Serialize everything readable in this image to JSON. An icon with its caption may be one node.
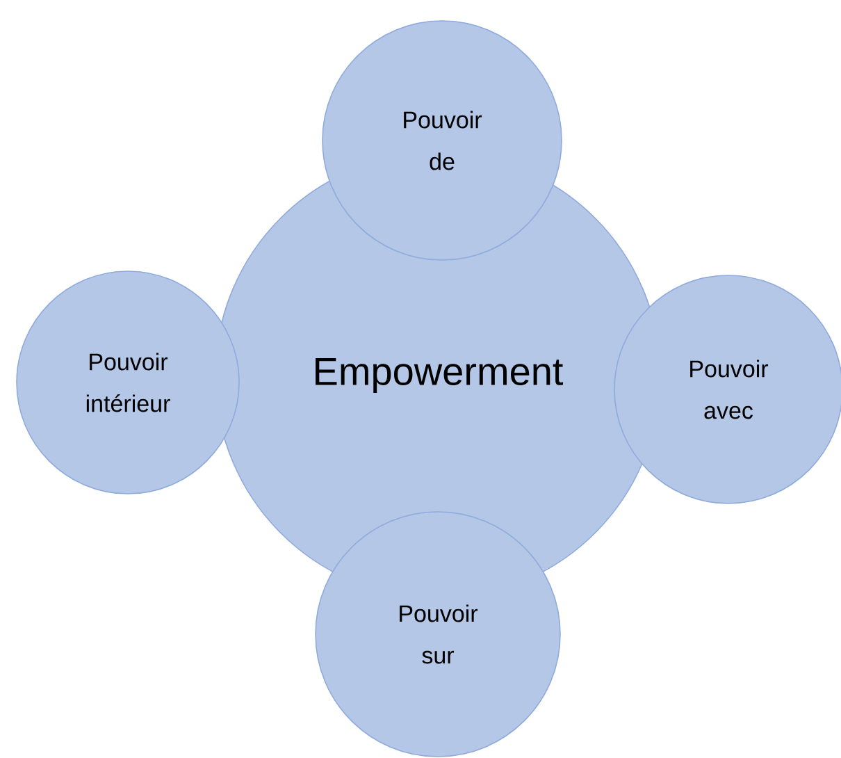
{
  "diagram": {
    "nodes": [
      {
        "text": [
          "Empowerment"
        ]
      },
      {
        "text": [
          "Pouvoir de"
        ]
      },
      {
        "text": [
          "Pouvoir intérieur"
        ]
      },
      {
        "text": [
          "Pouvoir avec"
        ]
      },
      {
        "text": [
          "Pouvoir sur"
        ]
      }
    ]
  }
}
